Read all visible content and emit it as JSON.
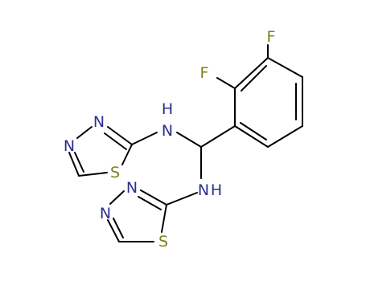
{
  "colors": {
    "background": "#ffffff",
    "bond": "#000000",
    "N": "#2e2e8f",
    "S": "#7f7f16",
    "F": "#7f7f16"
  },
  "atoms": {
    "f1": "F",
    "f2": "F",
    "nh1": "N",
    "nh1_h": "H",
    "nh2": "N",
    "nh2_h": "H",
    "ring1_n3": "N",
    "ring1_n4": "N",
    "ring1_s": "S",
    "ring2_n3": "N",
    "ring2_n4": "N",
    "ring2_s": "S"
  }
}
